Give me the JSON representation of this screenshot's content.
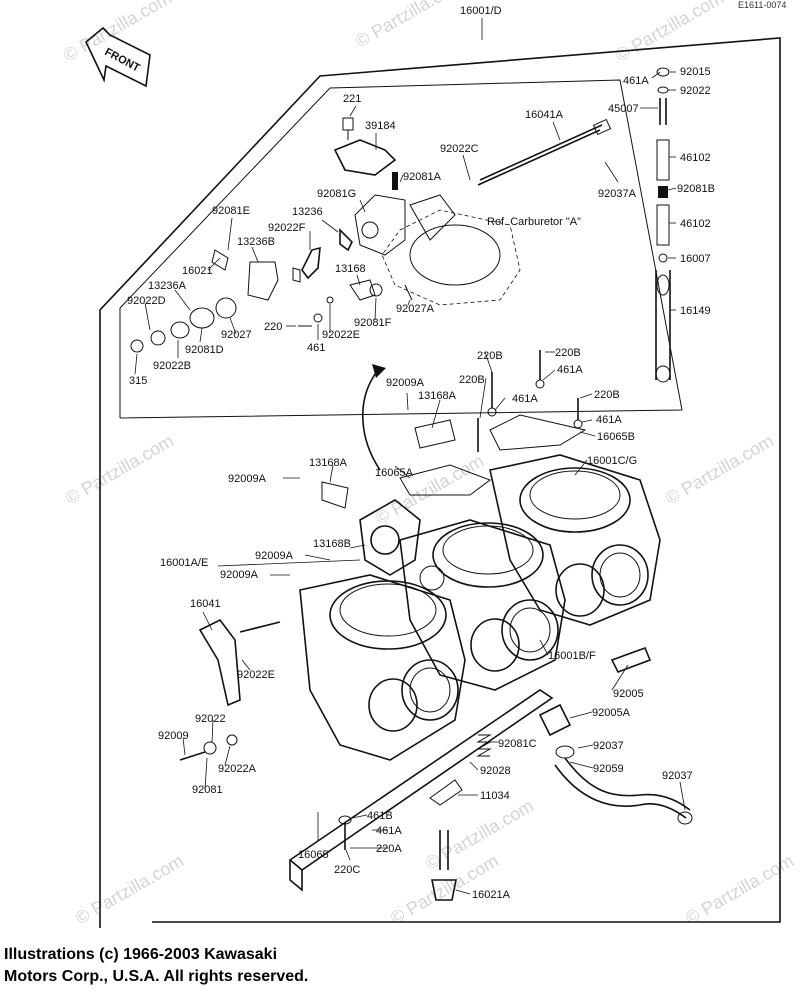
{
  "doc_code": "E1611-0074",
  "front_label": "FRONT",
  "watermark": "© Partzilla.com",
  "copyright": [
    "Illustrations (c) 1966-2003 Kawasaki",
    "Motors Corp., U.S.A.  All rights reserved."
  ],
  "reference_note": "Ref. Carburetor \"A\"",
  "callouts": [
    "16001/D",
    "92015",
    "461A",
    "92022",
    "45007",
    "46102",
    "92081B",
    "46102",
    "16007",
    "16149",
    "16041A",
    "92037A",
    "92022C",
    "221",
    "39184",
    "92081A",
    "92081G",
    "13236",
    "92022F",
    "92081E",
    "13236B",
    "16021",
    "13236A",
    "92022D",
    "315",
    "92022B",
    "92081D",
    "92027",
    "220",
    "461",
    "92022E",
    "13168",
    "92081F",
    "92027A",
    "92009A",
    "13168A",
    "220B",
    "220B",
    "461A",
    "220B",
    "461A",
    "220B",
    "461A",
    "16065B",
    "16065A",
    "16001C/G",
    "92009A",
    "13168A",
    "13168B",
    "16001A/E",
    "92009A",
    "92009A",
    "16041",
    "92022E",
    "16001B/F",
    "92005",
    "92005A",
    "92037",
    "92059",
    "92037",
    "92022",
    "92009",
    "92022A",
    "92081",
    "92081C",
    "92028",
    "11034",
    "461B",
    "461A",
    "220A",
    "16065",
    "220C",
    "16021A"
  ]
}
